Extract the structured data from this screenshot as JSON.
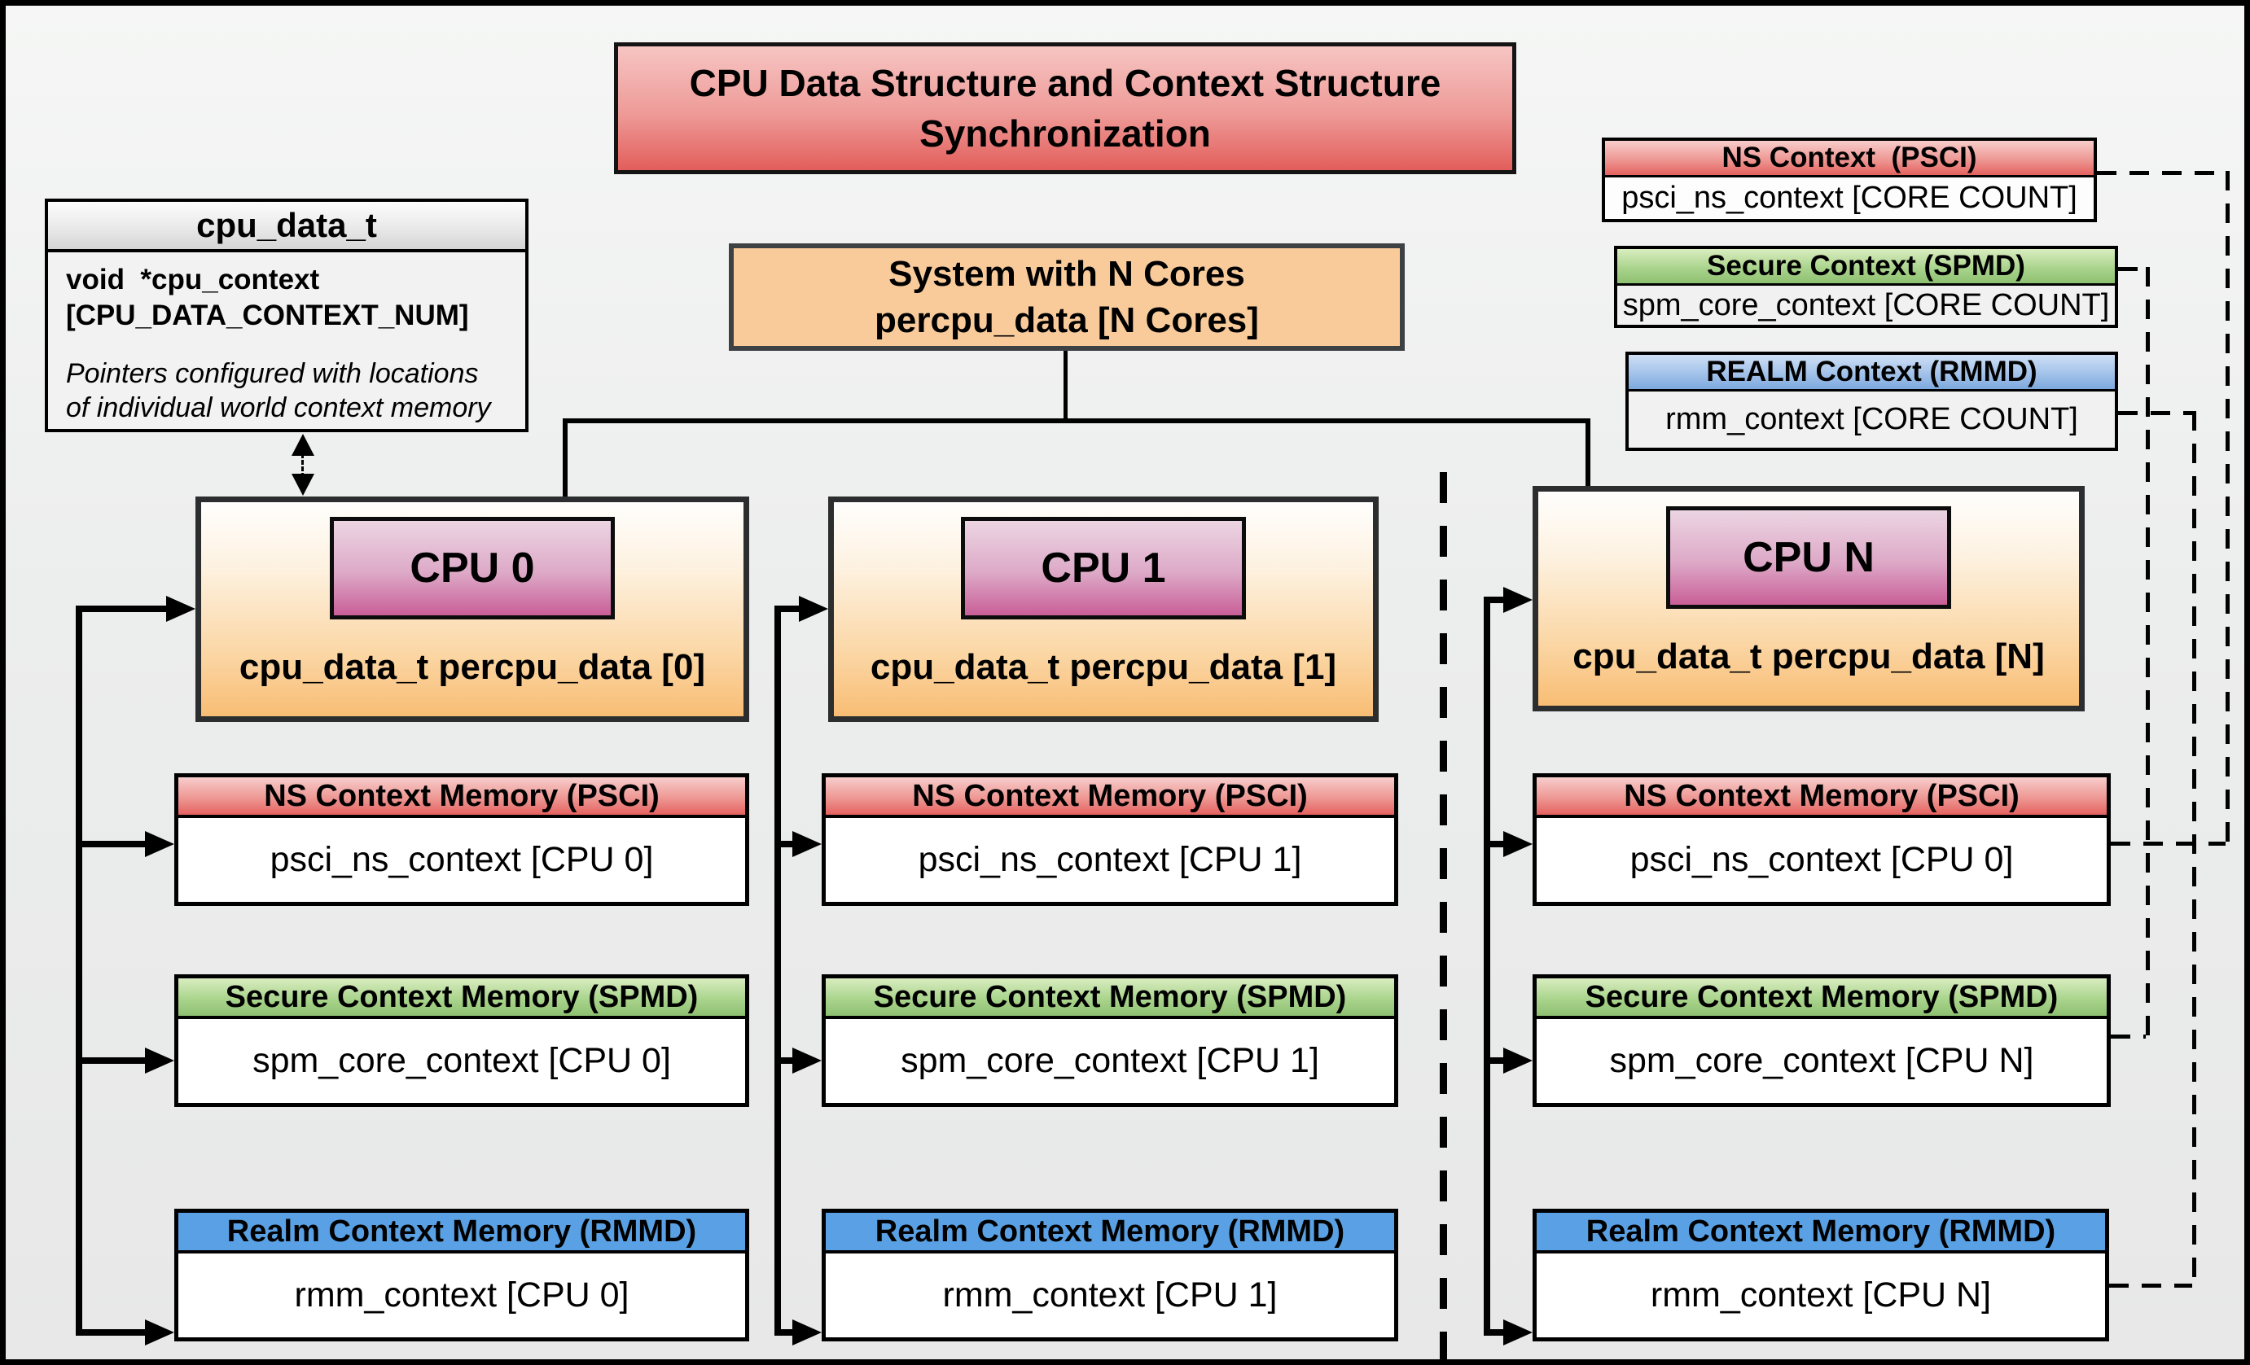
{
  "title": "CPU Data Structure and Context Structure Synchronization",
  "colors": {
    "title_red": "#e2605d",
    "ns_red": "#e4625f",
    "secure_green": "#8ec171",
    "realm_blue_flat": "#59a1e4",
    "realm_blue_legend": "#7da9de",
    "system_orange": "#f9cb9b",
    "cpu_orange": "#f8bd74",
    "cpu_pink": "#c95f98",
    "background_gray": "#eceded"
  },
  "cpu_data_t_box": {
    "header": "cpu_data_t",
    "field_line1": "void  *cpu_context",
    "field_line2": "[CPU_DATA_CONTEXT_NUM]",
    "note_line1": "Pointers configured with locations",
    "note_line2": "of individual world context memory"
  },
  "system_box": {
    "line1": "System with N Cores",
    "line2": "percpu_data [N Cores]"
  },
  "legend": [
    {
      "header": "NS Context  (PSCI)",
      "body": "psci_ns_context [CORE COUNT]"
    },
    {
      "header": "Secure Context (SPMD)",
      "body": "spm_core_context [CORE COUNT]"
    },
    {
      "header": "REALM Context (RMMD)",
      "body": "rmm_context [CORE COUNT]"
    }
  ],
  "cpus": [
    {
      "name": "CPU 0",
      "data_label": "cpu_data_t percpu_data [0]",
      "contexts": [
        {
          "header": "NS Context Memory (PSCI)",
          "body": "psci_ns_context [CPU 0]"
        },
        {
          "header": "Secure Context Memory (SPMD)",
          "body": "spm_core_context [CPU 0]"
        },
        {
          "header": "Realm Context Memory (RMMD)",
          "body": "rmm_context [CPU 0]"
        }
      ]
    },
    {
      "name": "CPU 1",
      "data_label": "cpu_data_t percpu_data [1]",
      "contexts": [
        {
          "header": "NS Context Memory (PSCI)",
          "body": "psci_ns_context [CPU 1]"
        },
        {
          "header": "Secure Context Memory (SPMD)",
          "body": "spm_core_context [CPU 1]"
        },
        {
          "header": "Realm Context Memory (RMMD)",
          "body": "rmm_context [CPU 1]"
        }
      ]
    },
    {
      "name": "CPU N",
      "data_label": "cpu_data_t percpu_data [N]",
      "contexts": [
        {
          "header": "NS Context Memory (PSCI)",
          "body": "psci_ns_context [CPU 0]"
        },
        {
          "header": "Secure Context Memory (SPMD)",
          "body": "spm_core_context [CPU N]"
        },
        {
          "header": "Realm Context Memory (RMMD)",
          "body": "rmm_context [CPU N]"
        }
      ]
    }
  ]
}
